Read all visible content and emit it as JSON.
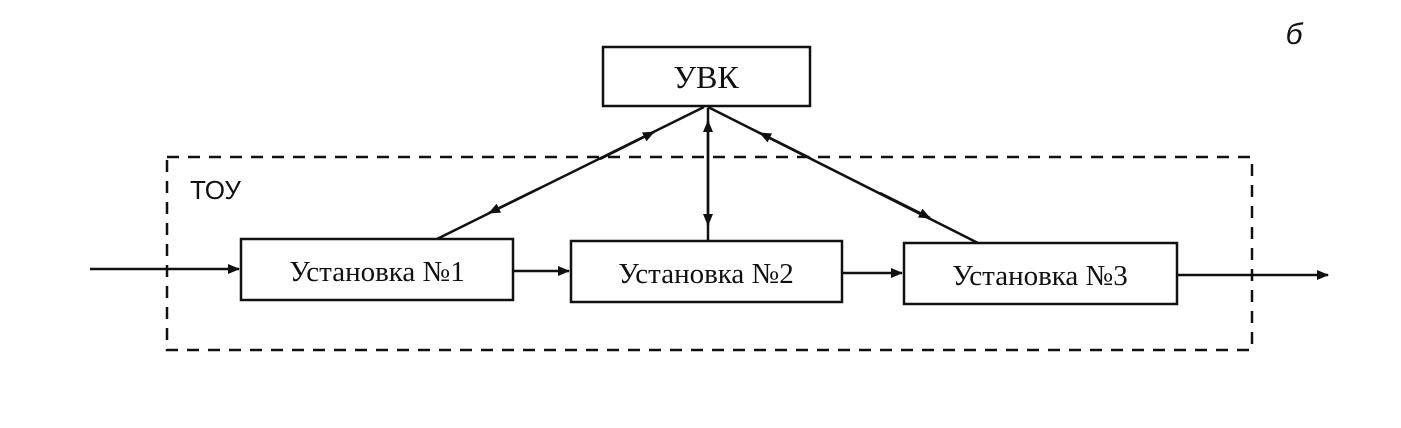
{
  "figure_letter": "б",
  "controller": {
    "label": "УВК"
  },
  "object_boundary": {
    "label": "ТОУ"
  },
  "units": [
    {
      "label": "Установка №1"
    },
    {
      "label": "Установка №2"
    },
    {
      "label": "Установка №3"
    }
  ],
  "colors": {
    "line": "#111111",
    "background": "#ffffff"
  }
}
